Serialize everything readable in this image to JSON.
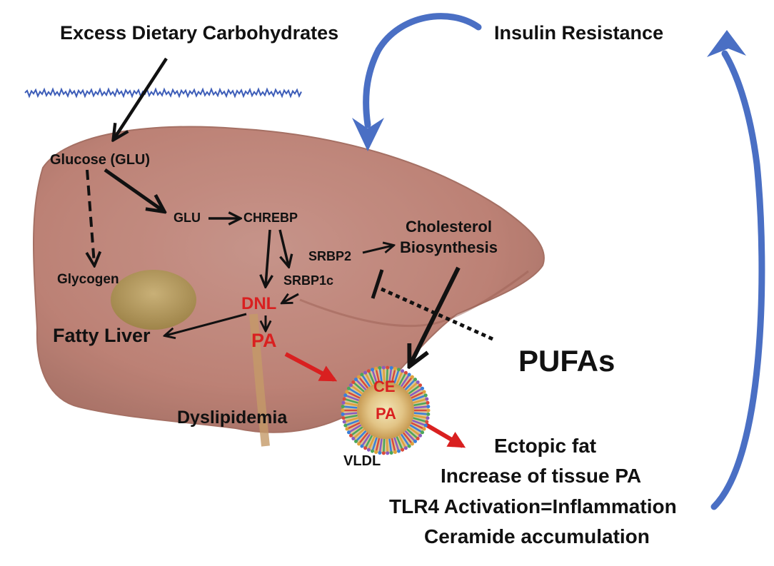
{
  "colors": {
    "liver": "#b7776a",
    "liver_dark": "#9c5f54",
    "gallbladder": "#b19a5e",
    "black_arrow": "#111111",
    "red_arrow": "#d92020",
    "blue_arrow": "#4a6fc4",
    "wave": "#3d5db8",
    "red_text": "#d92020"
  },
  "labels": {
    "excess_carbs": "Excess Dietary Carbohydrates",
    "insulin_resistance": "Insulin Resistance",
    "glucose": "Glucose (GLU)",
    "glu": "GLU",
    "chrebp": "CHREBP",
    "glycogen": "Glycogen",
    "srbp2": "SRBP2",
    "srbp1c": "SRBP1c",
    "cholesterol_line1": "Cholesterol",
    "cholesterol_line2": "Biosynthesis",
    "dnl": "DNL",
    "pa": "PA",
    "fatty_liver": "Fatty Liver",
    "pufas": "PUFAs",
    "ce": "CE",
    "vldl_pa": "PA",
    "dyslipidemia": "Dyslipidemia",
    "vldl": "VLDL",
    "ectopic_fat": "Ectopic fat",
    "increase_pa": "Increase of tissue PA",
    "tlr4": "TLR4 Activation=Inflammation",
    "ceramide": "Ceramide accumulation"
  }
}
